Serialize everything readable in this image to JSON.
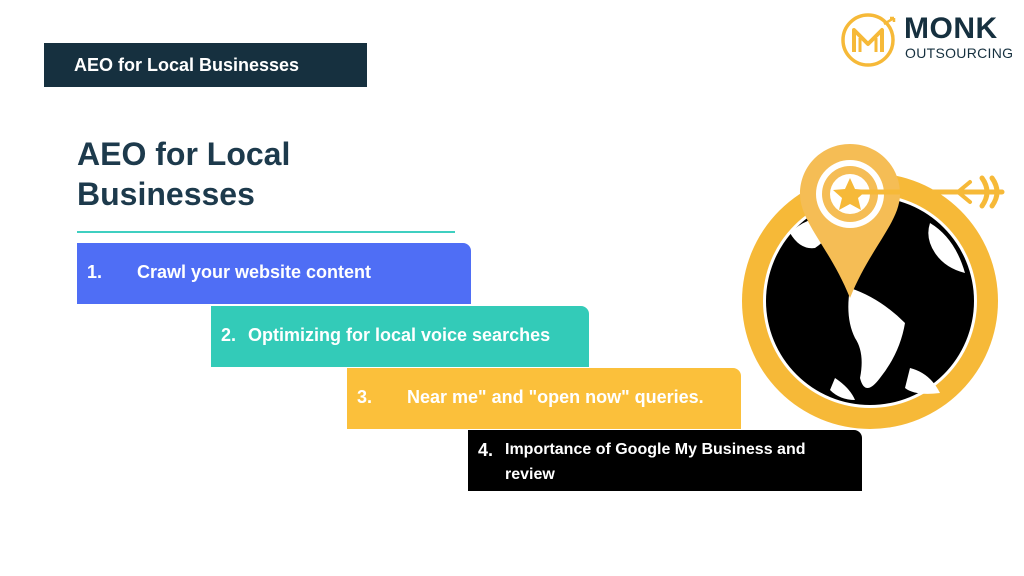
{
  "header": {
    "title": "AEO for Local Businesses"
  },
  "logo": {
    "name": "MONK",
    "subtitle": "OUTSOURCING"
  },
  "main": {
    "title_line1": "AEO for Local",
    "title_line2": "Businesses",
    "steps": [
      {
        "num": "1.",
        "label": "Crawl your website content",
        "color": "#4f6ef5"
      },
      {
        "num": "2.",
        "label": "Optimizing for local voice searches",
        "color": "#33cbb8"
      },
      {
        "num": "3.",
        "label": "Near me\" and \"open now\" queries.",
        "color": "#fbc03b"
      },
      {
        "num": "4.",
        "label": "Importance of Google My Business and review",
        "color": "#000000"
      }
    ]
  },
  "illustration": {
    "icons": [
      "globe-icon",
      "location-pin-icon",
      "star-icon",
      "arrow-icon"
    ]
  },
  "colors": {
    "navy": "#16303f",
    "accent_gold": "#f6b938",
    "divider": "#3fcfc0"
  }
}
